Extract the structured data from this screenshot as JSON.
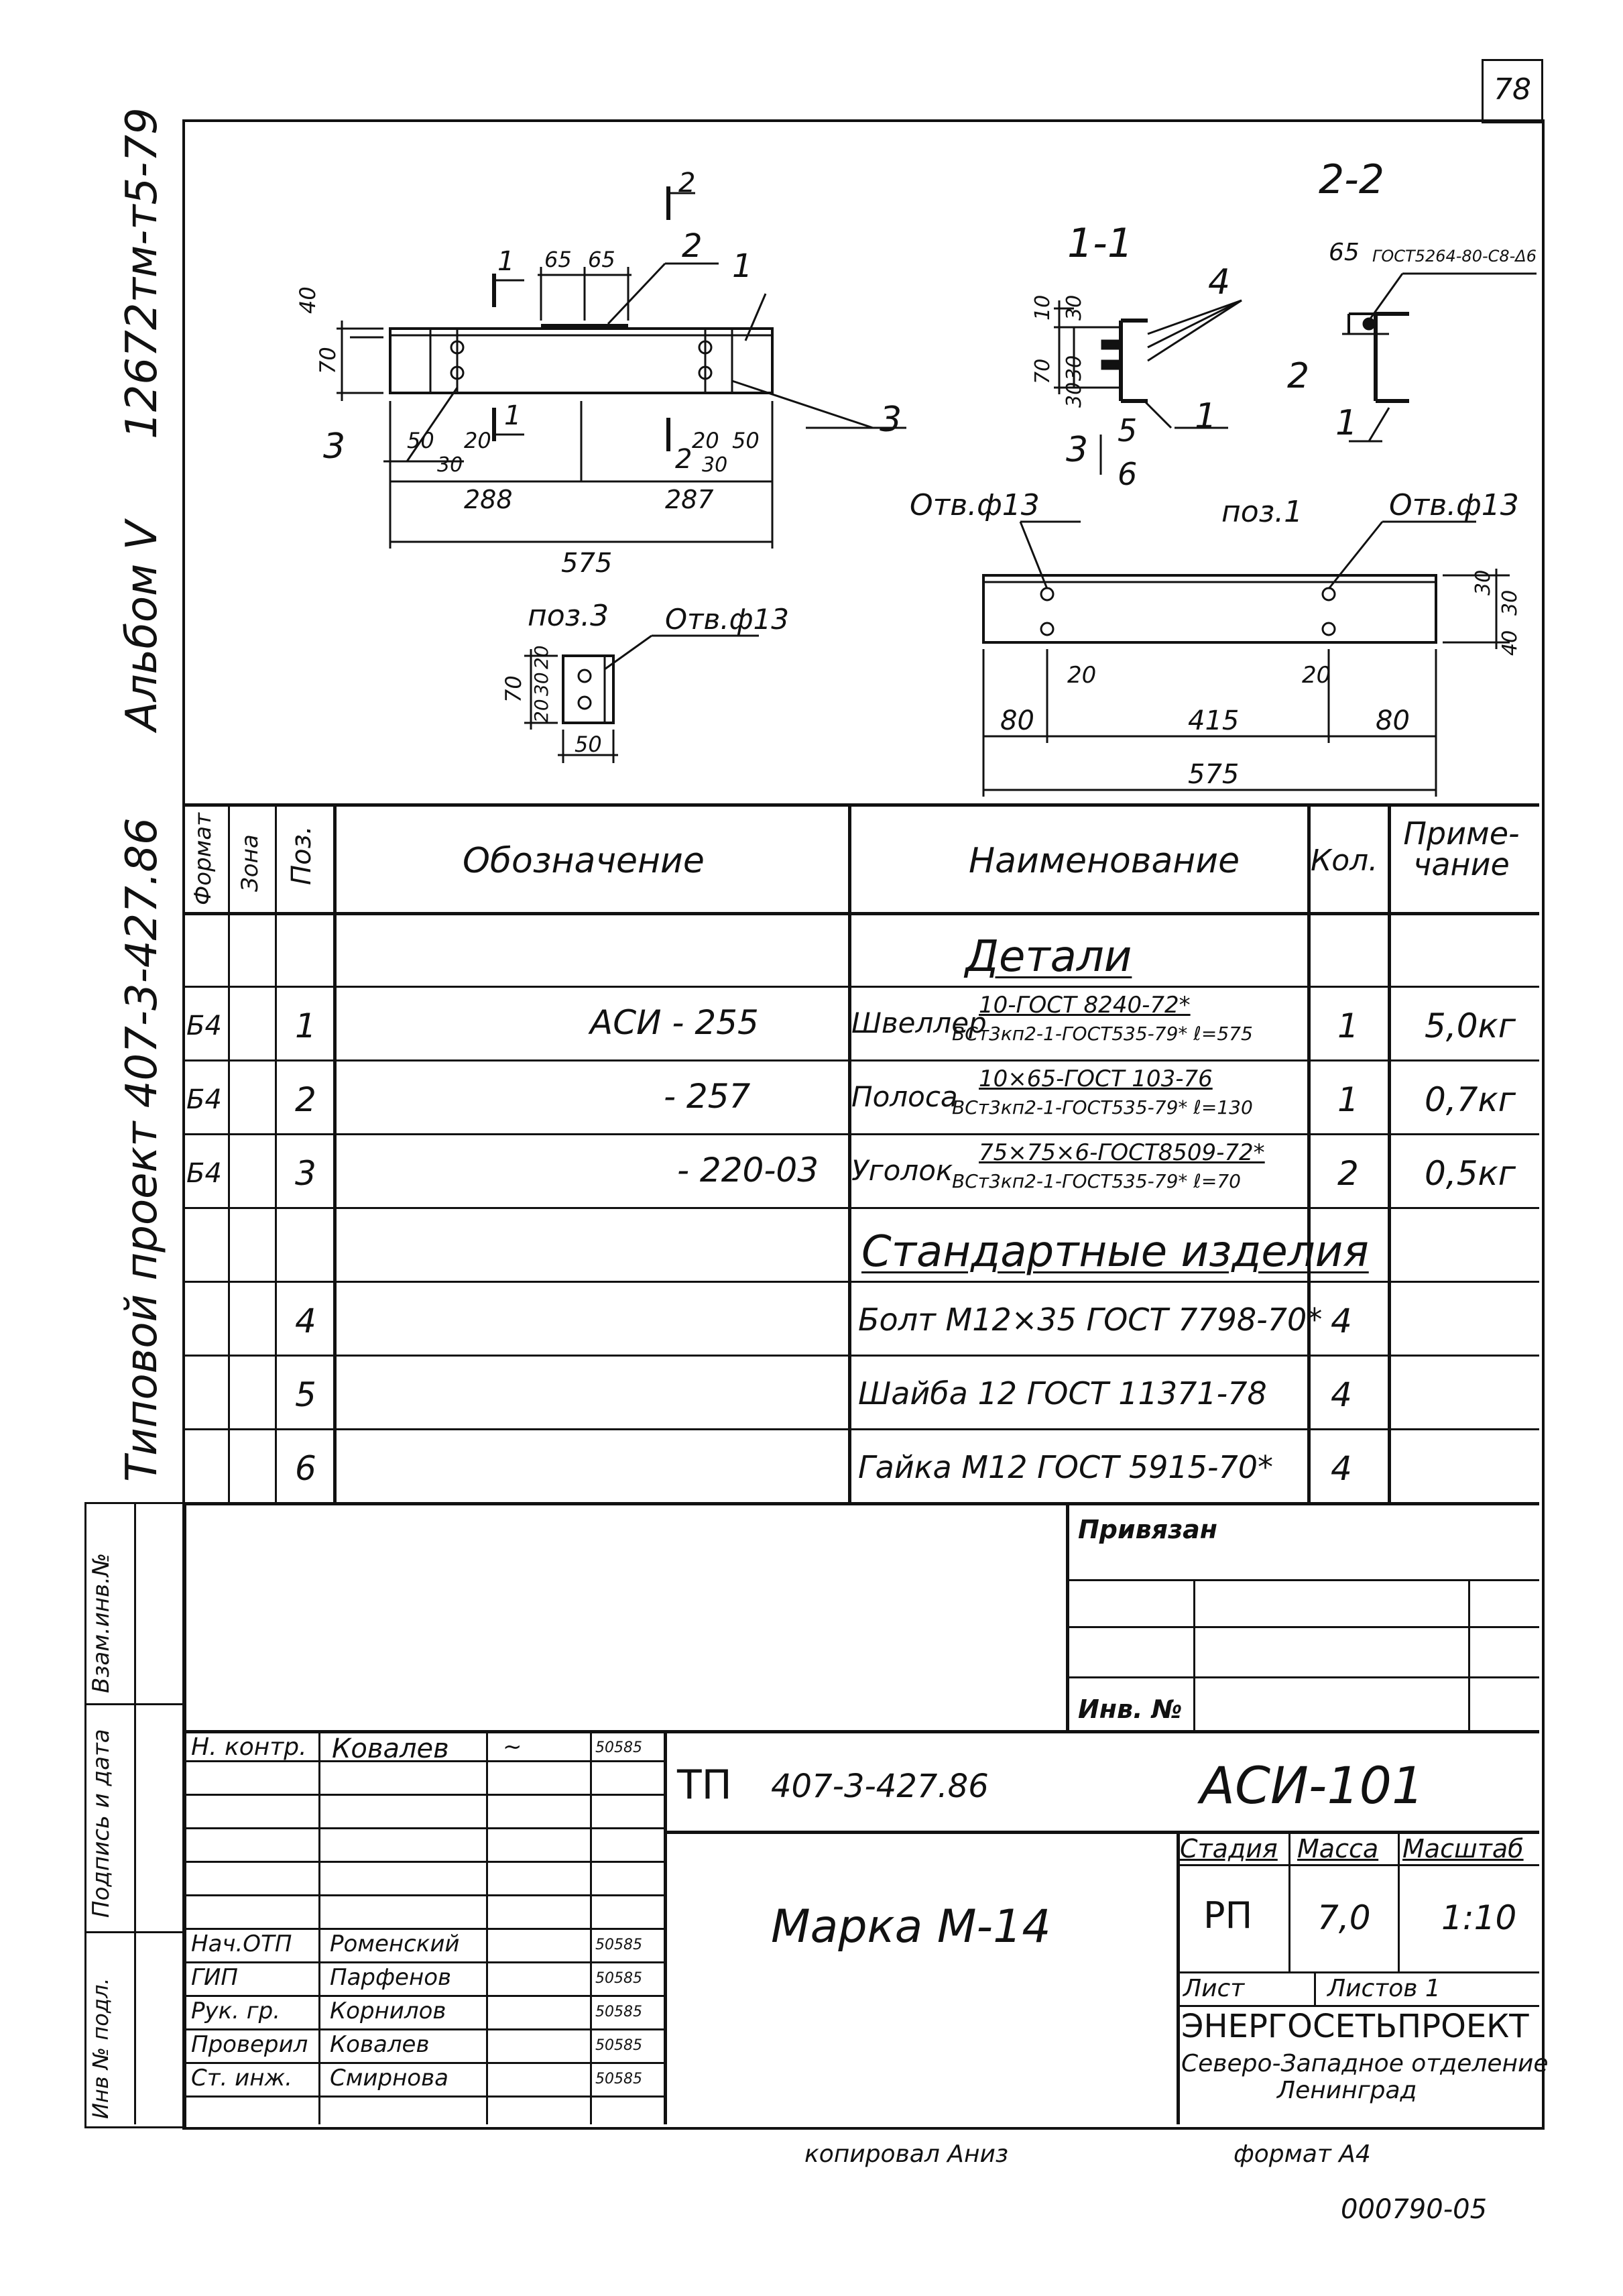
{
  "sheet_number": "78",
  "left_margin": {
    "album_code": "12672тм-т5-79",
    "album": "Альбом Ⅴ",
    "project": "Типовой проект 407-3-427.86",
    "stamp_labels": [
      "Взам.инв.№",
      "Подпись и дата",
      "Инв № подл."
    ]
  },
  "drawing": {
    "cut_labels": {
      "s11": "1-1",
      "s22": "2-2"
    },
    "main_view": {
      "dims": [
        "40",
        "70",
        "65",
        "65",
        "50",
        "20",
        "30",
        "288",
        "287",
        "20",
        "30",
        "50",
        "575"
      ],
      "cut_marks": [
        "1",
        "1",
        "2",
        "2"
      ],
      "callouts": [
        "1",
        "2",
        "3",
        "3"
      ]
    },
    "section_11": {
      "dims": [
        "10",
        "30",
        "70",
        "30",
        "30"
      ],
      "callouts": [
        "4",
        "3",
        "5",
        "6",
        "1"
      ]
    },
    "section_22": {
      "dims": [
        "65"
      ],
      "gost": "ГОСТ5264-80-С8-Δ6",
      "callouts": [
        "2",
        "1"
      ]
    },
    "pos1": {
      "title": "поз.1",
      "holes_left": "Отв.ф13",
      "holes_right": "Отв.ф13",
      "dims": [
        "30",
        "30",
        "40",
        "20",
        "20",
        "80",
        "415",
        "80",
        "575"
      ]
    },
    "pos3": {
      "title": "поз.3",
      "holes": "Отв.ф13",
      "dims": [
        "20",
        "30",
        "20",
        "70",
        "50"
      ]
    }
  },
  "spec": {
    "headers": {
      "format": "Формат",
      "zone": "Зона",
      "pos": "Поз.",
      "designation": "Обозначение",
      "name": "Наименование",
      "qty": "Кол.",
      "note": "Приме-чание"
    },
    "section_details": "Детали",
    "section_standard": "Стандартные изделия",
    "rows": [
      {
        "format": "Б4",
        "pos": "1",
        "designation": "АСИ - 255",
        "name_word": "Швеллер",
        "name_top": "10-ГОСТ 8240-72*",
        "name_bottom": "ВСт3кп2-1-ГОСТ535-79* ℓ=575",
        "qty": "1",
        "note": "5,0кг"
      },
      {
        "format": "Б4",
        "pos": "2",
        "designation": "- 257",
        "name_word": "Полоса",
        "name_top": "10×65-ГОСТ 103-76",
        "name_bottom": "ВСт3кп2-1-ГОСТ535-79* ℓ=130",
        "qty": "1",
        "note": "0,7кг"
      },
      {
        "format": "Б4",
        "pos": "3",
        "designation": "- 220-03",
        "name_word": "Уголок",
        "name_top": "75×75×6-ГОСТ8509-72*",
        "name_bottom": "ВСт3кп2-1-ГОСТ535-79* ℓ=70",
        "qty": "2",
        "note": "0,5кг"
      },
      {
        "format": "",
        "pos": "4",
        "designation": "",
        "name": "Болт М12×35 ГОСТ 7798-70*",
        "qty": "4",
        "note": ""
      },
      {
        "format": "",
        "pos": "5",
        "designation": "",
        "name": "Шайба 12 ГОСТ 11371-78",
        "qty": "4",
        "note": ""
      },
      {
        "format": "",
        "pos": "6",
        "designation": "",
        "name": "Гайка М12 ГОСТ 5915-70*",
        "qty": "4",
        "note": ""
      }
    ]
  },
  "title_block": {
    "privyazan": "Привязан",
    "inv_no": "Инв. №",
    "signers": [
      {
        "role": "Н. контр.",
        "name": "Ковалев",
        "date": "50585"
      },
      {
        "role": "Нач.ОТП",
        "name": "Роменский",
        "date": "50585"
      },
      {
        "role": "ГИП",
        "name": "Парфенов",
        "date": "50585"
      },
      {
        "role": "Рук. гр.",
        "name": "Корнилов",
        "date": "50585"
      },
      {
        "role": "Проверил",
        "name": "Ковалев",
        "date": "50585"
      },
      {
        "role": "Ст. инж.",
        "name": "Смирнова",
        "date": "50585"
      }
    ],
    "tp": "ТП",
    "tp_number": "407-3-427.86",
    "doc_code": "АСИ-101",
    "title": "Марка М-14",
    "stage_label": "Стадия",
    "mass_label": "Масса",
    "scale_label": "Масштаб",
    "stage": "РП",
    "mass": "7,0",
    "scale": "1:10",
    "sheet_label": "Лист",
    "sheets_label": "Листов 1",
    "org": "ЭНЕРГОСЕТЬПРОЕКТ",
    "org_branch": "Северо-Западное отделение",
    "org_city": "Ленинград"
  },
  "footer": {
    "copied": "копировал Аниз",
    "format": "формат А4",
    "archive": "000790-05"
  }
}
